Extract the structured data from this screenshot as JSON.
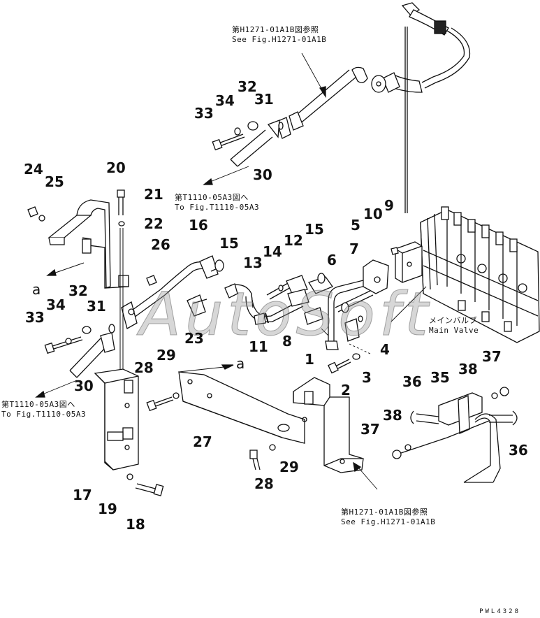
{
  "part_numbers": {
    "n1": "1",
    "n2": "2",
    "n3": "3",
    "n4": "4",
    "n5": "5",
    "n6": "6",
    "n7": "7",
    "n8": "8",
    "n9": "9",
    "n10": "10",
    "n11": "11",
    "n12": "12",
    "n13": "13",
    "n14": "14",
    "n15a": "15",
    "n15b": "15",
    "n16": "16",
    "n17": "17",
    "n18": "18",
    "n19": "19",
    "n20": "20",
    "n21": "21",
    "n22": "22",
    "n23": "23",
    "n24": "24",
    "n25": "25",
    "n26": "26",
    "n27": "27",
    "n28a": "28",
    "n28b": "28",
    "n29a": "29",
    "n29b": "29",
    "n30a": "30",
    "n30b": "30",
    "n31a": "31",
    "n31b": "31",
    "n32a": "32",
    "n32b": "32",
    "n33a": "33",
    "n33b": "33",
    "n34a": "34",
    "n34b": "34",
    "n35": "35",
    "n36a": "36",
    "n36b": "36",
    "n37a": "37",
    "n37b": "37",
    "n38a": "38",
    "n38b": "38"
  },
  "references": {
    "top_jp": "第H1271-01A1B図参照",
    "top_en": "See Fig.H1271-01A1B",
    "mid_jp": "第T1110-05A3図へ",
    "mid_en": "To Fig.T1110-05A3",
    "left_jp": "第T1110-05A3図へ",
    "left_en": "To Fig.T1110-05A3",
    "bottom_jp": "第H1271-01A1B図参照",
    "bottom_en": "See Fig.H1271-01A1B",
    "valve_jp": "メインバルブ",
    "valve_en": "Main Valve"
  },
  "view_arrows": {
    "left": "a",
    "center": "a"
  },
  "watermark": "AutoSoft",
  "drawing_code": "PWL4328",
  "colors": {
    "ink": "#111111",
    "watermark": "#969696"
  }
}
